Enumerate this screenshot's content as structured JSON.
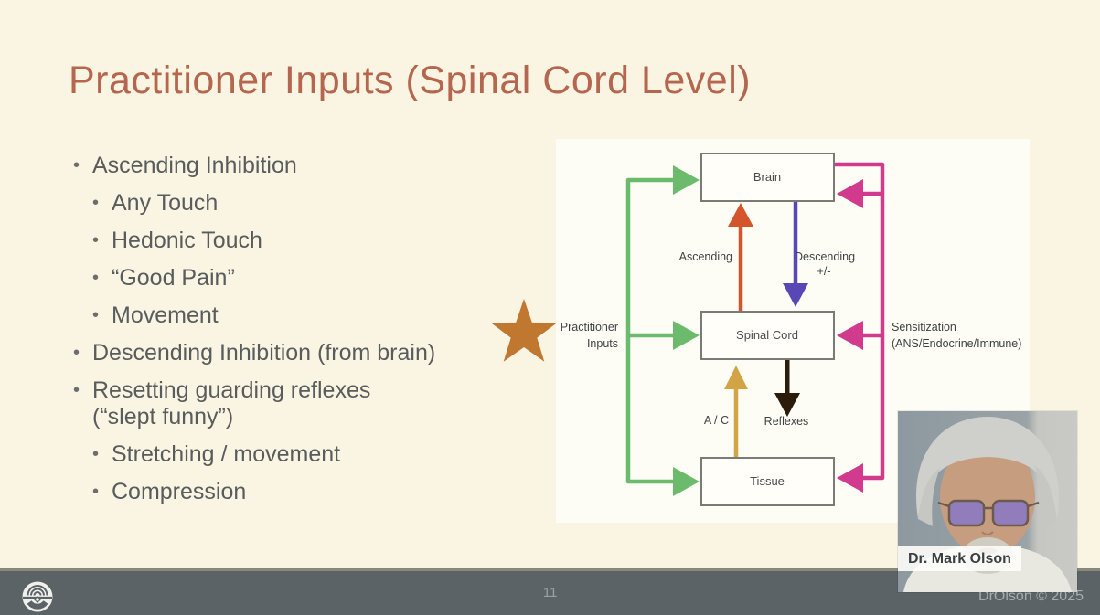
{
  "slide": {
    "title": "Practitioner Inputs (Spinal Cord Level)",
    "bullets": [
      {
        "level": 1,
        "text": "Ascending Inhibition"
      },
      {
        "level": 2,
        "text": "Any Touch"
      },
      {
        "level": 2,
        "text": "Hedonic Touch"
      },
      {
        "level": 2,
        "text": "“Good Pain”"
      },
      {
        "level": 2,
        "text": "Movement"
      },
      {
        "level": 1,
        "text": "Descending Inhibition (from brain)"
      },
      {
        "level": 1,
        "text": "Resetting guarding reflexes\n(“slept funny”)"
      },
      {
        "level": 2,
        "text": "Stretching / movement"
      },
      {
        "level": 2,
        "text": "Compression"
      }
    ]
  },
  "diagram": {
    "boxes": {
      "brain": "Brain",
      "spinal_cord": "Spinal Cord",
      "tissue": "Tissue"
    },
    "labels": {
      "ascending": "Ascending",
      "descending": "Descending",
      "descending_sign": "+/-",
      "ac": "A / C",
      "reflexes": "Reflexes",
      "sensitization_line1": "Sensitization",
      "sensitization_line2": "(ANS/Endocrine/Immune)",
      "practitioner_line1": "Practitioner",
      "practitioner_line2": "Inputs"
    },
    "edges": [
      {
        "from": "practitioner-inputs",
        "to": "brain",
        "color": "green"
      },
      {
        "from": "practitioner-inputs",
        "to": "spinal-cord",
        "color": "green"
      },
      {
        "from": "practitioner-inputs",
        "to": "tissue",
        "color": "green"
      },
      {
        "from": "spinal-cord",
        "to": "brain",
        "label": "Ascending",
        "color": "orange"
      },
      {
        "from": "brain",
        "to": "spinal-cord",
        "label": "Descending +/-",
        "color": "purple"
      },
      {
        "from": "tissue",
        "to": "spinal-cord",
        "label": "A / C",
        "color": "gold"
      },
      {
        "from": "spinal-cord",
        "to": "reflexes",
        "label": "Reflexes",
        "color": "black"
      },
      {
        "from": "brain",
        "to": "sensitization-loop",
        "color": "pink"
      },
      {
        "from": "sensitization-loop",
        "to": "brain",
        "color": "pink"
      },
      {
        "from": "sensitization-loop",
        "to": "spinal-cord",
        "color": "pink"
      },
      {
        "from": "sensitization-loop",
        "to": "tissue",
        "color": "pink"
      }
    ],
    "star_icon": "star-icon"
  },
  "webcam": {
    "caption": "Dr. Mark Olson"
  },
  "footer": {
    "page_number": "11",
    "copyright": "DrOlson © 2025",
    "logo": "radiating-arcs-logo"
  },
  "colors": {
    "background": "#faf4e3",
    "panel": "#fdfdf6",
    "title": "#b5664f",
    "body_text": "#585c5d",
    "green_arrow": "#6cbb6d",
    "pink_arrow": "#d23b8d",
    "orange_arrow": "#d4552b",
    "purple_arrow": "#5748b6",
    "gold_arrow": "#d2a445",
    "black_arrow": "#2a1c08",
    "star": "#c0772f",
    "footer_bar": "#5b6367"
  }
}
